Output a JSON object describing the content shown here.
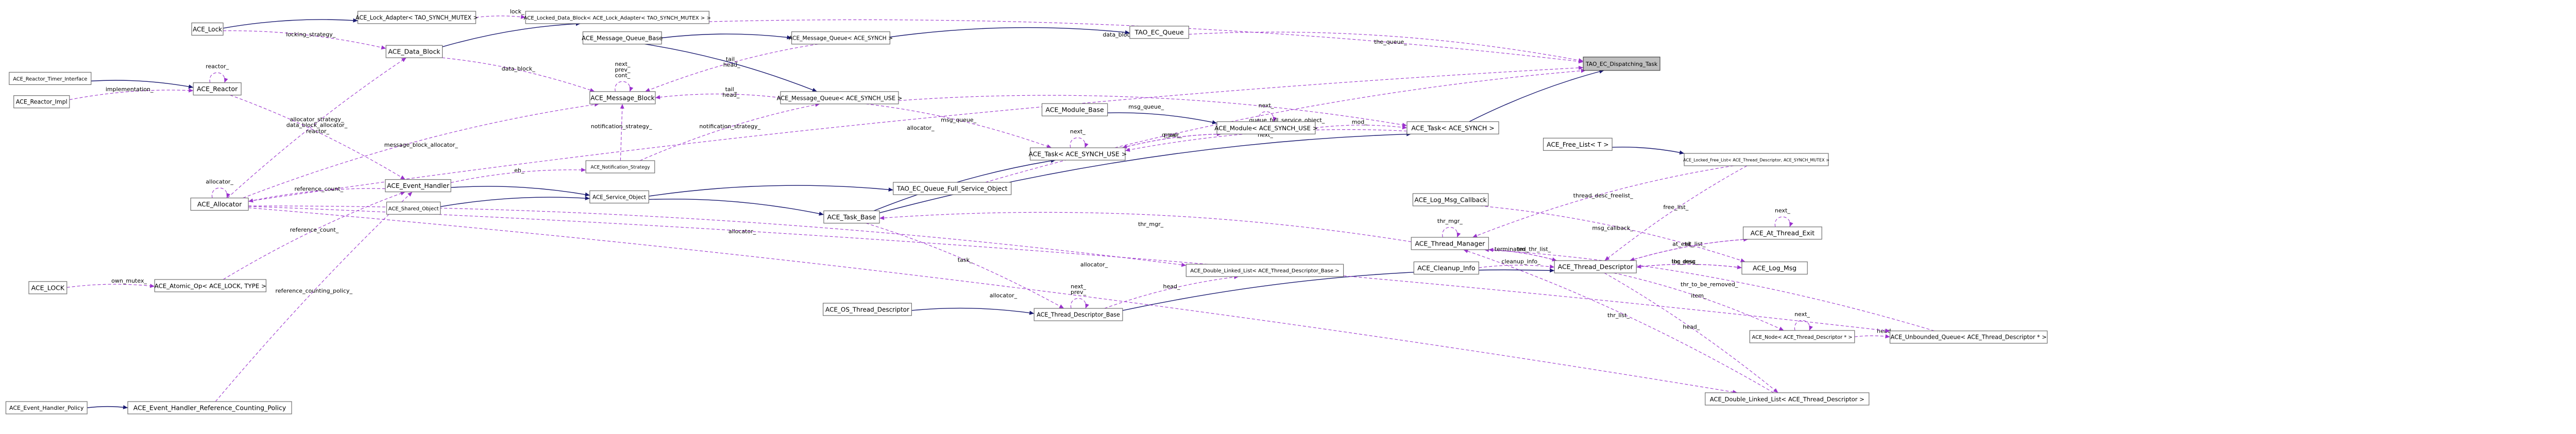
{
  "title": "",
  "nodes": [
    {
      "id": "focus",
      "label": "TAO_EC_Dispatching_Task",
      "focus": true
    },
    {
      "id": "lock",
      "label": "ACE_Lock"
    },
    {
      "id": "lockadapter",
      "label": "ACE_Lock_Adapter< TAO_SYNCH_MUTEX >"
    },
    {
      "id": "lockeddb",
      "label": "ACE_Locked_Data_Block< ACE_Lock_Adapter< TAO_SYNCH_MUTEX > >"
    },
    {
      "id": "datablock",
      "label": "ACE_Data_Block"
    },
    {
      "id": "mqbase",
      "label": "ACE_Message_Queue_Base"
    },
    {
      "id": "mqsynch",
      "label": "ACE_Message_Queue< ACE_SYNCH >"
    },
    {
      "id": "tecq",
      "label": "TAO_EC_Queue"
    },
    {
      "id": "rti",
      "label": "ACE_Reactor_Timer_Interface"
    },
    {
      "id": "reactor",
      "label": "ACE_Reactor"
    },
    {
      "id": "reactorimpl",
      "label": "ACE_Reactor_Impl"
    },
    {
      "id": "msgblock",
      "label": "ACE_Message_Block"
    },
    {
      "id": "mqsynchuse",
      "label": "ACE_Message_Queue< ACE_SYNCH_USE >"
    },
    {
      "id": "modbase",
      "label": "ACE_Module_Base"
    },
    {
      "id": "module",
      "label": "ACE_Module< ACE_SYNCH_USE >"
    },
    {
      "id": "tasksynch",
      "label": "ACE_Task< ACE_SYNCH >"
    },
    {
      "id": "freelist",
      "label": "ACE_Free_List< T >"
    },
    {
      "id": "lockedfree",
      "label": "ACE_Locked_Free_List< ACE_Thread_Descriptor, ACE_SYNCH_MUTEX >"
    },
    {
      "id": "evhandler",
      "label": "ACE_Event_Handler"
    },
    {
      "id": "notif",
      "label": "ACE_Notification_Strategy"
    },
    {
      "id": "tasksynchuse",
      "label": "ACE_Task< ACE_SYNCH_USE >"
    },
    {
      "id": "allocator",
      "label": "ACE_Allocator"
    },
    {
      "id": "svcobj",
      "label": "ACE_Service_Object"
    },
    {
      "id": "shared",
      "label": "ACE_Shared_Object"
    },
    {
      "id": "fullsvc",
      "label": "TAO_EC_Queue_Full_Service_Object"
    },
    {
      "id": "logcb",
      "label": "ACE_Log_Msg_Callback"
    },
    {
      "id": "taskbase",
      "label": "ACE_Task_Base"
    },
    {
      "id": "thrmgr",
      "label": "ACE_Thread_Manager"
    },
    {
      "id": "thrext",
      "label": "ACE_At_Thread_Exit"
    },
    {
      "id": "acelock",
      "label": "ACE_LOCK"
    },
    {
      "id": "atomic",
      "label": "ACE_Atomic_Op< ACE_LOCK, TYPE >"
    },
    {
      "id": "dllbase",
      "label": "ACE_Double_Linked_List< ACE_Thread_Descriptor_Base >"
    },
    {
      "id": "cleanup",
      "label": "ACE_Cleanup_Info"
    },
    {
      "id": "thrdesc",
      "label": "ACE_Thread_Descriptor"
    },
    {
      "id": "logmsg",
      "label": "ACE_Log_Msg"
    },
    {
      "id": "osthr",
      "label": "ACE_OS_Thread_Descriptor"
    },
    {
      "id": "thrdescbase",
      "label": "ACE_Thread_Descriptor_Base"
    },
    {
      "id": "nodetd",
      "label": "ACE_Node< ACE_Thread_Descriptor * >"
    },
    {
      "id": "unbq",
      "label": "ACE_Unbounded_Queue< ACE_Thread_Descriptor * >"
    },
    {
      "id": "ehpol",
      "label": "ACE_Event_Handler_Policy"
    },
    {
      "id": "ehrcp",
      "label": "ACE_Event_Handler_Reference_Counting_Policy"
    },
    {
      "id": "dlltd",
      "label": "ACE_Double_Linked_List< ACE_Thread_Descriptor >"
    }
  ],
  "edges": [
    {
      "from": "tasksynch",
      "to": "focus",
      "kind": "inherit",
      "label": ""
    },
    {
      "from": "lockeddb",
      "to": "focus",
      "kind": "use",
      "label": "data_block_"
    },
    {
      "from": "tecq",
      "to": "focus",
      "kind": "use",
      "label": "the_queue_"
    },
    {
      "from": "allocator",
      "to": "focus",
      "kind": "use",
      "label": "allocator_"
    },
    {
      "from": "lockadapter",
      "to": "lockeddb",
      "kind": "use",
      "label": "lock_"
    },
    {
      "from": "datablock",
      "to": "lockeddb",
      "kind": "inherit",
      "label": ""
    },
    {
      "from": "lock",
      "to": "datablock",
      "kind": "use",
      "label": "locking_strategy_"
    },
    {
      "from": "lock",
      "to": "lockadapter",
      "kind": "inherit",
      "label": ""
    },
    {
      "from": "mqsynch",
      "to": "tecq",
      "kind": "inherit",
      "label": ""
    },
    {
      "from": "mqbase",
      "to": "mqsynch",
      "kind": "inherit",
      "label": ""
    },
    {
      "from": "mqsynch",
      "to": "msgblock",
      "kind": "use",
      "label": "tail_\nhead_"
    },
    {
      "from": "rti",
      "to": "reactor",
      "kind": "inherit",
      "label": ""
    },
    {
      "from": "reactor",
      "to": "reactor",
      "kind": "use",
      "label": "reactor_"
    },
    {
      "from": "reactorimpl",
      "to": "reactor",
      "kind": "use",
      "label": "implementation_"
    },
    {
      "from": "datablock",
      "to": "msgblock",
      "kind": "use",
      "label": "data_block_"
    },
    {
      "from": "msgblock",
      "to": "msgblock",
      "kind": "use",
      "label": "next_\nprev_\ncont_"
    },
    {
      "from": "allocator",
      "to": "datablock",
      "kind": "use",
      "label": "allocator_strategy_\ndata_block_allocator_"
    },
    {
      "from": "allocator",
      "to": "msgblock",
      "kind": "use",
      "label": "message_block_allocator_"
    },
    {
      "from": "mqbase",
      "to": "mqsynchuse",
      "kind": "inherit",
      "label": ""
    },
    {
      "from": "mqsynchuse",
      "to": "msgblock",
      "kind": "use",
      "label": "tail_\nhead_"
    },
    {
      "from": "mqsynchuse",
      "to": "tasksynchuse",
      "kind": "use",
      "label": "msg_queue_"
    },
    {
      "from": "mqsynchuse",
      "to": "tasksynch",
      "kind": "use",
      "label": "msg_queue_"
    },
    {
      "from": "modbase",
      "to": "module",
      "kind": "inherit",
      "label": ""
    },
    {
      "from": "module",
      "to": "module",
      "kind": "use",
      "label": "next_"
    },
    {
      "from": "module",
      "to": "tasksynchuse",
      "kind": "use",
      "label": "mod_"
    },
    {
      "from": "module",
      "to": "tasksynch",
      "kind": "use",
      "label": "mod_"
    },
    {
      "from": "tasksynchuse",
      "to": "tasksynchuse",
      "kind": "use",
      "label": "next_"
    },
    {
      "from": "tasksynchuse",
      "to": "module",
      "kind": "use",
      "label": "q_pair_"
    },
    {
      "from": "tasksynch",
      "to": "tasksynchuse",
      "kind": "use",
      "label": "next_"
    },
    {
      "from": "freelist",
      "to": "lockedfree",
      "kind": "inherit",
      "label": ""
    },
    {
      "from": "evhandler",
      "to": "notif",
      "kind": "use",
      "label": "eh_"
    },
    {
      "from": "reactor",
      "to": "evhandler",
      "kind": "use",
      "label": "reactor_"
    },
    {
      "from": "notif",
      "to": "mqsynchuse",
      "kind": "use",
      "label": "notification_strategy_"
    },
    {
      "from": "notif",
      "to": "msgblock",
      "kind": "use",
      "label": "notification_strategy_"
    },
    {
      "from": "evhandler",
      "to": "svcobj",
      "kind": "inherit",
      "label": ""
    },
    {
      "from": "shared",
      "to": "svcobj",
      "kind": "inherit",
      "label": ""
    },
    {
      "from": "svcobj",
      "to": "fullsvc",
      "kind": "inherit",
      "label": ""
    },
    {
      "from": "fullsvc",
      "to": "focus",
      "kind": "use",
      "label": "queue_full_service_object_"
    },
    {
      "from": "svcobj",
      "to": "taskbase",
      "kind": "inherit",
      "label": ""
    },
    {
      "from": "taskbase",
      "to": "tasksynchuse",
      "kind": "inherit",
      "label": ""
    },
    {
      "from": "taskbase",
      "to": "tasksynch",
      "kind": "inherit",
      "label": ""
    },
    {
      "from": "thrmgr",
      "to": "taskbase",
      "kind": "use",
      "label": "thr_mgr_"
    },
    {
      "from": "thrmgr",
      "to": "thrmgr",
      "kind": "use",
      "label": "thr_mgr_"
    },
    {
      "from": "unbq",
      "to": "thrmgr",
      "kind": "use",
      "label": "thr_to_be_removed_"
    },
    {
      "from": "lockedfree",
      "to": "thrmgr",
      "kind": "use",
      "label": "thread_desc_freelist_"
    },
    {
      "from": "lockedfree",
      "to": "thrdesc",
      "kind": "use",
      "label": "free_list_"
    },
    {
      "from": "logcb",
      "to": "logmsg",
      "kind": "use",
      "label": "msg_callback_"
    },
    {
      "from": "thrext",
      "to": "thrdesc",
      "kind": "use",
      "label": "at_exit_list_"
    },
    {
      "from": "thrext",
      "to": "thrext",
      "kind": "use",
      "label": "next_"
    },
    {
      "from": "thrdesc",
      "to": "thrext",
      "kind": "use",
      "label": "td_"
    },
    {
      "from": "thrdesc",
      "to": "logmsg",
      "kind": "use",
      "label": "thr_desc_"
    },
    {
      "from": "logmsg",
      "to": "thrdesc",
      "kind": "use",
      "label": "log_msg_"
    },
    {
      "from": "thrmgr",
      "to": "thrdesc",
      "kind": "use",
      "label": "tm_"
    },
    {
      "from": "thrdesc",
      "to": "thrmgr",
      "kind": "use",
      "label": "terminated_thr_list_"
    },
    {
      "from": "cleanup",
      "to": "thrdesc",
      "kind": "use",
      "label": "cleanup_info_"
    },
    {
      "from": "allocator",
      "to": "dllbase",
      "kind": "use",
      "label": "allocator_"
    },
    {
      "from": "thrdescbase",
      "to": "thrdescbase",
      "kind": "use",
      "label": "next_\nprev_"
    },
    {
      "from": "taskbase",
      "to": "thrdescbase",
      "kind": "use",
      "label": "task_"
    },
    {
      "from": "thrdescbase",
      "to": "dllbase",
      "kind": "use",
      "label": "head_"
    },
    {
      "from": "osthr",
      "to": "thrdescbase",
      "kind": "inherit",
      "label": ""
    },
    {
      "from": "thrdescbase",
      "to": "thrdesc",
      "kind": "inherit",
      "label": ""
    },
    {
      "from": "nodetd",
      "to": "nodetd",
      "kind": "use",
      "label": "next_"
    },
    {
      "from": "thrdesc",
      "to": "nodetd",
      "kind": "use",
      "label": "item_"
    },
    {
      "from": "nodetd",
      "to": "unbq",
      "kind": "use",
      "label": "head_"
    },
    {
      "from": "allocator",
      "to": "unbq",
      "kind": "use",
      "label": "allocator_"
    },
    {
      "from": "allocator",
      "to": "allocator",
      "kind": "use",
      "label": "allocator_"
    },
    {
      "from": "allocator",
      "to": "dlltd",
      "kind": "use",
      "label": "allocator_"
    },
    {
      "from": "thrdesc",
      "to": "dlltd",
      "kind": "use",
      "label": "head_"
    },
    {
      "from": "dlltd",
      "to": "thrmgr",
      "kind": "use",
      "label": "thr_list_"
    },
    {
      "from": "evhandler",
      "to": "allocator",
      "kind": "use",
      "label": "reference_count_"
    },
    {
      "from": "ehrcp",
      "to": "evhandler",
      "kind": "use",
      "label": "reference_counting_policy_"
    },
    {
      "from": "ehpol",
      "to": "ehrcp",
      "kind": "inherit",
      "label": ""
    },
    {
      "from": "acelock",
      "to": "atomic",
      "kind": "use",
      "label": "own_mutex_"
    },
    {
      "from": "atomic",
      "to": "evhandler",
      "kind": "use",
      "label": "reference_count_"
    }
  ]
}
